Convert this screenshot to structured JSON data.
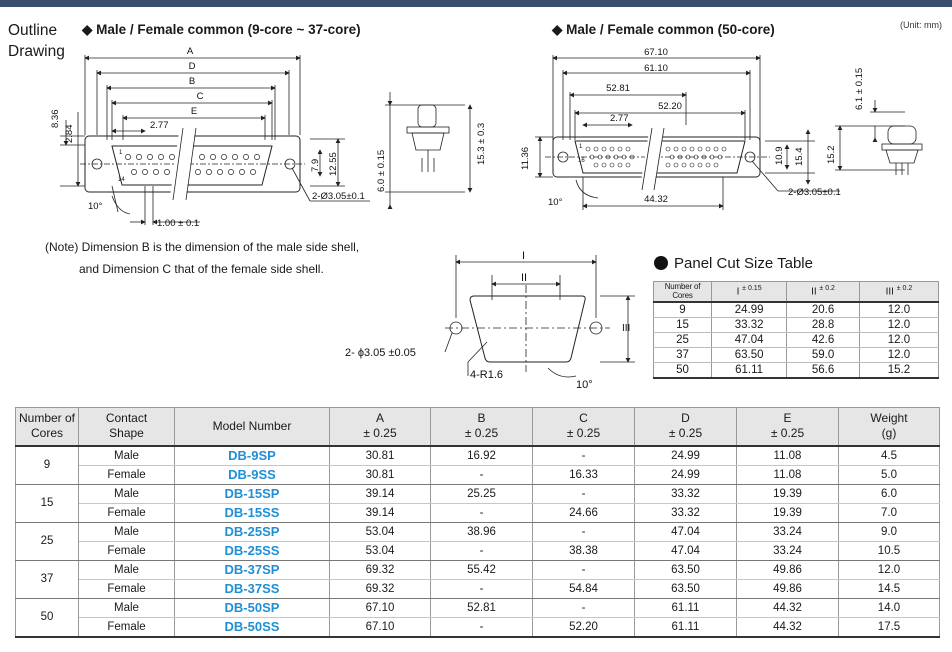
{
  "outline": {
    "line1": "Outline",
    "line2": "Drawing"
  },
  "unit_label": "(Unit: mm)",
  "headings": {
    "left": "◆ Male / Female common (9-core ~ 37-core)",
    "right": "◆ Male / Female common (50-core)"
  },
  "left_drawing": {
    "dims": {
      "a": "A",
      "d": "D",
      "b": "B",
      "c": "C",
      "e": "E",
      "d277": "2.77",
      "d836": "8.36",
      "d284": "2.84",
      "d79": "7.9",
      "d1255": "12.55",
      "hole": "2-Ø3.05±0.1",
      "angle": "10°",
      "pitch": "1.00 ± 0.1",
      "side1": "6.0 ± 0.15",
      "side2": "15.3 ± 0.3",
      "pin1": "1",
      "pin14": "14"
    }
  },
  "right_drawing": {
    "dims": {
      "d6710": "67.10",
      "d6110": "61.10",
      "d5281": "52.81",
      "d5220": "52.20",
      "d277": "2.77",
      "d1136": "11.36",
      "d109": "10.9",
      "d154": "15.4",
      "hole": "2-Ø3.05±0.1",
      "angle": "10°",
      "d4432": "44.32",
      "side1": "6.1 ± 0.15",
      "side2": "15.2",
      "pin1": "1",
      "pin16": "16"
    }
  },
  "notes": {
    "line1": "(Note) Dimension B is the dimension of the male side shell,",
    "line2": "and Dimension C that of the female side shell."
  },
  "panel_drawing": {
    "dim_i": "I",
    "dim_ii": "II",
    "dim_iii": "III",
    "hole": "2- ϕ3.05 ±0.05",
    "radius": "4-R1.6",
    "angle": "10°"
  },
  "panel_cut": {
    "title": "Panel Cut Size Table",
    "headers": [
      "Number of Cores",
      "I",
      "II",
      "III"
    ],
    "tolerances": [
      "",
      "± 0.15",
      "± 0.2",
      "± 0.2"
    ],
    "rows": [
      [
        "9",
        "24.99",
        "20.6",
        "12.0"
      ],
      [
        "15",
        "33.32",
        "28.8",
        "12.0"
      ],
      [
        "25",
        "47.04",
        "42.6",
        "12.0"
      ],
      [
        "37",
        "63.50",
        "59.0",
        "12.0"
      ],
      [
        "50",
        "61.11",
        "56.6",
        "15.2"
      ]
    ]
  },
  "main_table": {
    "headers": {
      "cores": [
        "Number of",
        "Cores"
      ],
      "contact": [
        "Contact",
        "Shape"
      ],
      "model": "Model Number",
      "a": [
        "A",
        "± 0.25"
      ],
      "b": [
        "B",
        "± 0.25"
      ],
      "c": [
        "C",
        "± 0.25"
      ],
      "d": [
        "D",
        "± 0.25"
      ],
      "e": [
        "E",
        "± 0.25"
      ],
      "weight": [
        "Weight",
        "(g)"
      ]
    },
    "groups": [
      {
        "cores": "9",
        "rows": [
          [
            "Male",
            "DB-9SP",
            "30.81",
            "16.92",
            "-",
            "24.99",
            "11.08",
            "4.5"
          ],
          [
            "Female",
            "DB-9SS",
            "30.81",
            "-",
            "16.33",
            "24.99",
            "11.08",
            "5.0"
          ]
        ]
      },
      {
        "cores": "15",
        "rows": [
          [
            "Male",
            "DB-15SP",
            "39.14",
            "25.25",
            "-",
            "33.32",
            "19.39",
            "6.0"
          ],
          [
            "Female",
            "DB-15SS",
            "39.14",
            "-",
            "24.66",
            "33.32",
            "19.39",
            "7.0"
          ]
        ]
      },
      {
        "cores": "25",
        "rows": [
          [
            "Male",
            "DB-25SP",
            "53.04",
            "38.96",
            "-",
            "47.04",
            "33.24",
            "9.0"
          ],
          [
            "Female",
            "DB-25SS",
            "53.04",
            "-",
            "38.38",
            "47.04",
            "33.24",
            "10.5"
          ]
        ]
      },
      {
        "cores": "37",
        "rows": [
          [
            "Male",
            "DB-37SP",
            "69.32",
            "55.42",
            "-",
            "63.50",
            "49.86",
            "12.0"
          ],
          [
            "Female",
            "DB-37SS",
            "69.32",
            "-",
            "54.84",
            "63.50",
            "49.86",
            "14.5"
          ]
        ]
      },
      {
        "cores": "50",
        "rows": [
          [
            "Male",
            "DB-50SP",
            "67.10",
            "52.81",
            "-",
            "61.11",
            "44.32",
            "14.0"
          ],
          [
            "Female",
            "DB-50SS",
            "67.10",
            "-",
            "52.20",
            "61.11",
            "44.32",
            "17.5"
          ]
        ]
      }
    ]
  }
}
